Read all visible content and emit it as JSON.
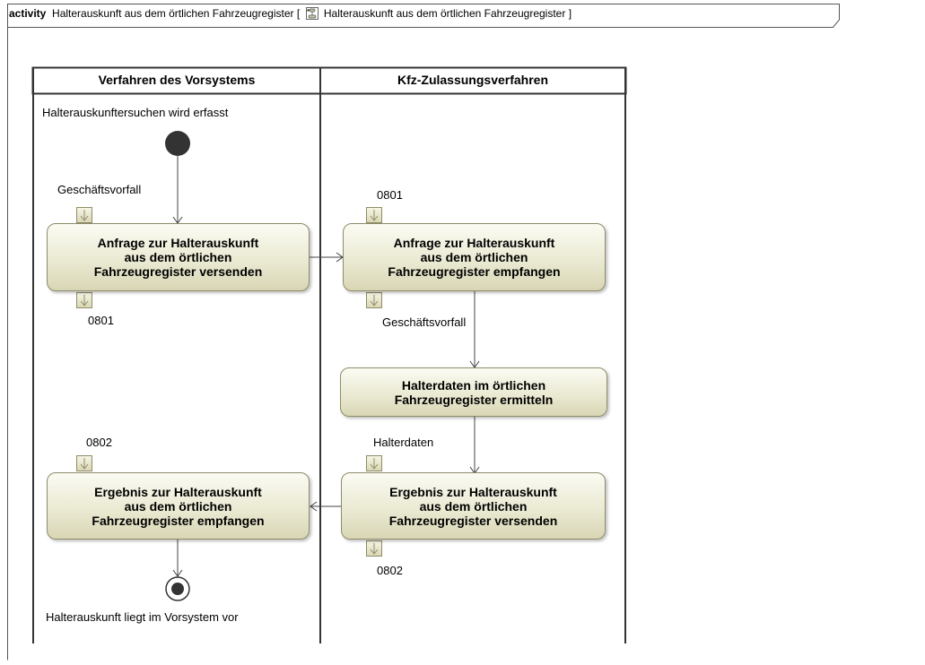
{
  "frame": {
    "keyword": "activity",
    "name": "Halterauskunft aus dem örtlichen Fahrzeugregister",
    "bracket_open": "[",
    "diagram_name": "Halterauskunft aus dem örtlichen Fahrzeugregister",
    "bracket_close": "]",
    "diagram_icon": "activity-diagram-icon"
  },
  "lanes": [
    {
      "header": "Verfahren des Vorsystems"
    },
    {
      "header": "Kfz-Zulassungsverfahren"
    }
  ],
  "initial_node_label": "Halterauskunftersuchen wird erfasst",
  "final_node_label": "Halterauskunft liegt im Vorsystem vor",
  "actions": {
    "send_request": "Anfrage zur Halterauskunft\naus dem örtlichen\nFahrzeugregister versenden",
    "receive_request": "Anfrage zur Halterauskunft\naus dem örtlichen\nFahrzeugregister empfangen",
    "determine_owner": "Halterdaten im örtlichen\nFahrzeugregister ermitteln",
    "send_result": "Ergebnis zur Halterauskunft\naus dem örtlichen\nFahrzeugregister versenden",
    "receive_result": "Ergebnis zur Halterauskunft\naus dem örtlichen\nFahrzeugregister empfangen"
  },
  "pins": {
    "send_request_in": "Geschäftsvorfall",
    "send_request_out": "0801",
    "receive_request_in": "0801",
    "receive_request_out": "Geschäftsvorfall",
    "send_result_in": "Halterdaten",
    "send_result_out": "0802",
    "receive_result_in": "0802"
  }
}
